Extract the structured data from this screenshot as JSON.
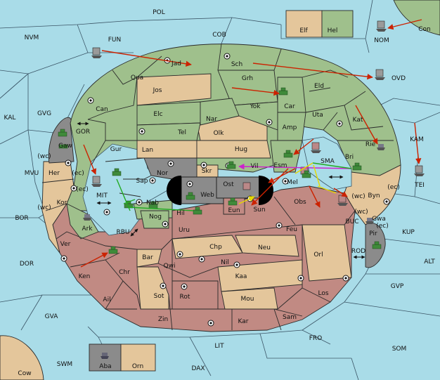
{
  "map": {
    "colors": {
      "sea": "#a9dce8",
      "green_power": "#9fc08c",
      "tan_power": "#e4c69b",
      "red_power": "#c18a83",
      "gray_power": "#8b8b8b",
      "order_move": "#cc2200",
      "order_green": "#22aa22",
      "order_yellow": "#e6d800",
      "order_magenta": "#cc22cc"
    },
    "labels": {
      "pol": "POL",
      "nvm": "NVM",
      "fun": "FUN",
      "cob": "COB",
      "nom": "NOM",
      "con": "Con",
      "ovd": "OVD",
      "kal": "KAL",
      "gvg": "GVG",
      "gor": "GOR",
      "mvu": "MVU",
      "bor": "BOR",
      "dor": "DOR",
      "mit": "MIT",
      "rbu": "RBU",
      "gva": "GVA",
      "swm": "SWM",
      "cow": "Cow",
      "dax": "DAX",
      "lit": "LIT",
      "fro": "FRO",
      "som": "SOM",
      "gvp": "GVP",
      "alt": "ALT",
      "kup": "KUP",
      "rod": "ROD",
      "buc": "BUC",
      "kam": "KAM",
      "tei": "TEI",
      "sma": "SMA",
      "elf": "Elf",
      "hel": "Hel",
      "aba": "Aba",
      "orn": "Orn",
      "jad": "Jad",
      "sch": "Sch",
      "qua": "Qua",
      "jos": "Jos",
      "grh": "Grh",
      "eld": "Eld",
      "can": "Can",
      "car": "Car",
      "yok": "Yok",
      "elc": "Elc",
      "nar": "Nar",
      "uta": "Uta",
      "amp": "Amp",
      "kat": "Kat",
      "tel": "Tel",
      "olk": "Olk",
      "gaw": "Gaw",
      "gur": "Gur",
      "lan": "Lan",
      "hug": "Hug",
      "rie": "Rie",
      "bri": "Bri",
      "esm": "Esm",
      "vil": "Vil",
      "her": "Her",
      "nor": "Nor",
      "skr": "Skr",
      "sap": "Sap",
      "web": "Web",
      "ost": "Ost",
      "mel": "Mel",
      "byn": "Byn",
      "kor": "Kor",
      "nab": "Nab",
      "eun": "Eun",
      "sun": "Sun",
      "obs": "Obs",
      "gwa": "Gwa",
      "hil": "Hil",
      "ark": "Ark",
      "nog": "Nog",
      "uru": "Uru",
      "feu": "Feu",
      "pir": "Pir",
      "chp": "Chp",
      "neu": "Neu",
      "ver": "Ver",
      "bar": "Bar",
      "orl": "Orl",
      "qwi": "Qwi",
      "nil": "Nil",
      "ken": "Ken",
      "chr": "Chr",
      "kaa": "Kaa",
      "sot": "Sot",
      "rot": "Rot",
      "mou": "Mou",
      "los": "Los",
      "ail": "Ail",
      "zin": "Zin",
      "kar": "Kar",
      "sam": "Sam",
      "wc": "(wc)",
      "ec": "(ec)"
    }
  }
}
